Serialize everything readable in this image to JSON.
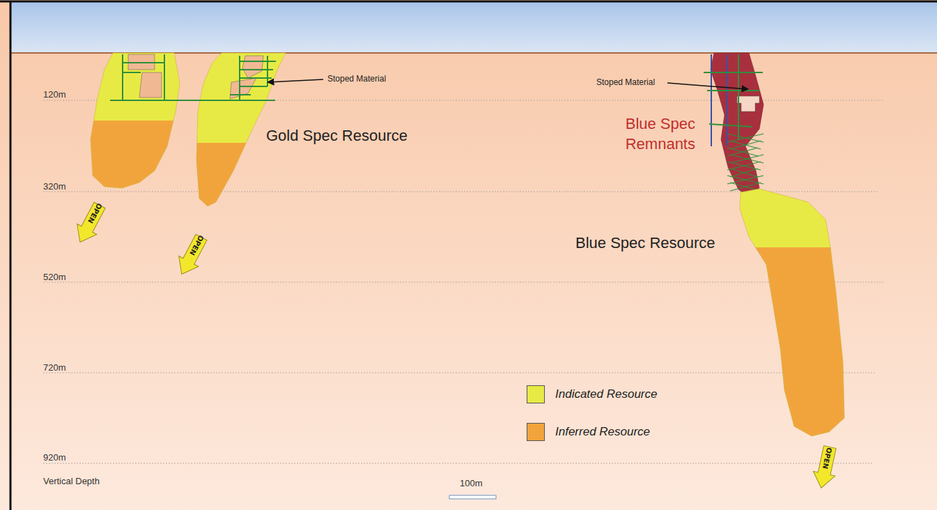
{
  "diagram": {
    "nodes": [
      {
        "text": [
          "OPEN"
        ]
      },
      {
        "text": [
          "OPEN"
        ]
      },
      {
        "text": [
          "OPEN"
        ]
      }
    ],
    "labels": [
      "120m",
      "320m",
      "520m",
      "720m",
      "920m",
      "Vertical Depth",
      "Stoped Material",
      "Gold Spec Resource",
      "Stoped Material",
      "Blue Spec Remnants",
      "Blue Spec Resource",
      "100m"
    ],
    "legend": [
      {
        "text": "Indicated Resource",
        "color": "#e7ea45"
      },
      {
        "text": "Inferred Resource",
        "color": "#f2a43c"
      }
    ]
  }
}
